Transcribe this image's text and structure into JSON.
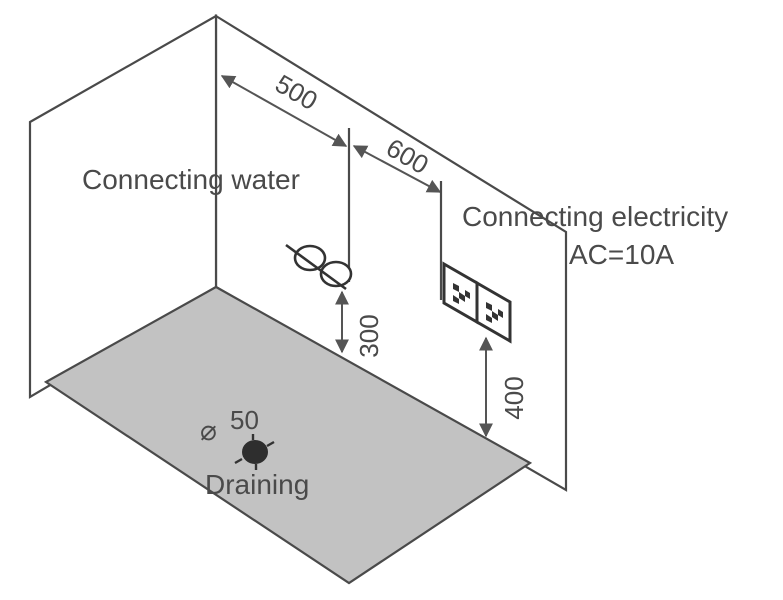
{
  "labels": {
    "water": "Connecting water",
    "electricity": "Connecting electricity",
    "current": "AC=10A",
    "drain": "Draining",
    "drain_size": "50",
    "diameter_symbol": "⌀"
  },
  "dimensions": {
    "water_offset": "500",
    "socket_spacing": "600",
    "water_height": "300",
    "socket_height": "400"
  },
  "colors": {
    "floor": "#c2c2c2",
    "lines": "#4a4a4a",
    "socket_pattern": "#333333"
  },
  "icons": [
    "water-valve-icon",
    "electrical-socket-icon",
    "drain-icon"
  ]
}
